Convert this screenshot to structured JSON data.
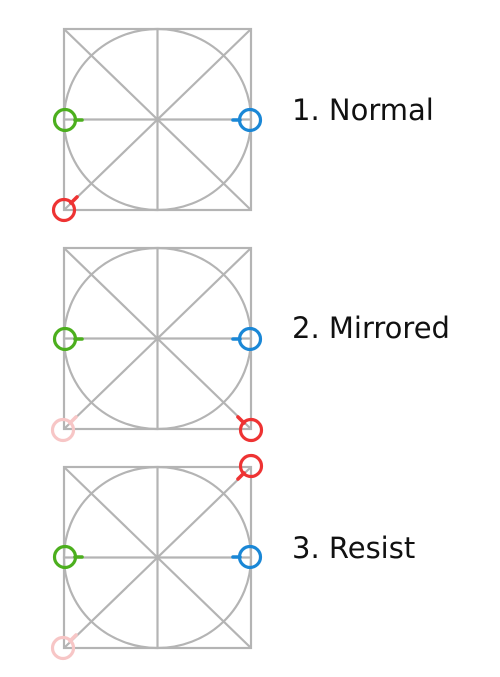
{
  "colors": {
    "grid": "#b4b4b4",
    "left_handle": "#4caf1e",
    "right_handle": "#1a87d6",
    "corner_active": "#ee3333",
    "corner_faded": "#f7c6c6",
    "text": "#111111"
  },
  "panels": [
    {
      "label": "1. Normal",
      "handles": [
        {
          "role": "left-handle",
          "color_key": "left_handle"
        },
        {
          "role": "right-handle",
          "color_key": "right_handle"
        },
        {
          "role": "corner-handle",
          "color_key": "corner_active"
        }
      ]
    },
    {
      "label": "2. Mirrored",
      "handles": [
        {
          "role": "left-handle",
          "color_key": "left_handle"
        },
        {
          "role": "right-handle",
          "color_key": "right_handle"
        },
        {
          "role": "original-corner-handle",
          "color_key": "corner_faded"
        },
        {
          "role": "mirrored-corner-handle",
          "color_key": "corner_active"
        }
      ]
    },
    {
      "label": "3. Resist",
      "handles": [
        {
          "role": "left-handle",
          "color_key": "left_handle"
        },
        {
          "role": "right-handle",
          "color_key": "right_handle"
        },
        {
          "role": "original-corner-handle",
          "color_key": "corner_faded"
        },
        {
          "role": "resist-corner-handle",
          "color_key": "corner_active"
        }
      ]
    }
  ]
}
